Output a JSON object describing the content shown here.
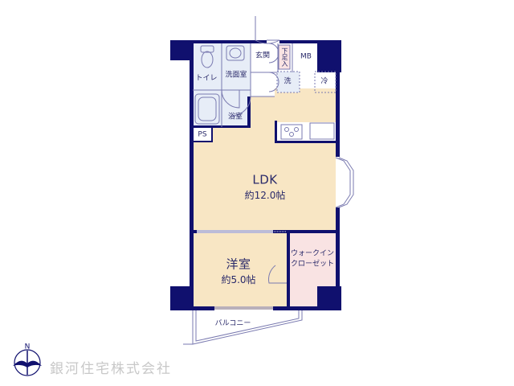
{
  "floor_plan": {
    "colors": {
      "wall": "#10106e",
      "floor": "#f8e6c4",
      "wet_area": "#e7edf7",
      "closet": "#f9e3e3",
      "line": "#7a7ab0",
      "logo_text": "#c8c8c8"
    },
    "rooms": {
      "ldk": {
        "name": "LDK",
        "size": "約12.0帖"
      },
      "western_room": {
        "name": "洋室",
        "size": "約5.0帖"
      },
      "walk_in_closet": {
        "line1": "ウォークイン",
        "line2": "クローゼット"
      },
      "toilet": {
        "name": "トイレ"
      },
      "washroom": {
        "name": "洗面室"
      },
      "bathroom": {
        "name": "浴室"
      },
      "entrance": {
        "name": "玄関"
      },
      "shoe_box": {
        "name": "下足入"
      },
      "meter_box": {
        "name": "MB"
      },
      "pipe_space": {
        "name": "PS"
      },
      "washer": {
        "name": "洗"
      },
      "fridge": {
        "name": "冷"
      },
      "balcony": {
        "name": "バルコニー"
      }
    }
  },
  "compass": {
    "label": "N"
  },
  "company": {
    "name": "銀河住宅株式会社"
  }
}
